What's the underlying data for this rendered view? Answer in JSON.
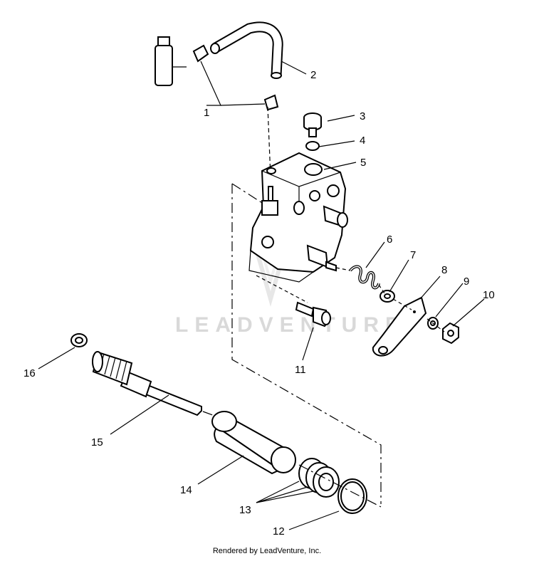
{
  "watermark": "LEADVENTURE",
  "footer": "Rendered by LeadVenture, Inc.",
  "callouts": [
    "1",
    "2",
    "3",
    "4",
    "5",
    "6",
    "7",
    "8",
    "9",
    "10",
    "11",
    "12",
    "13",
    "14",
    "15",
    "16"
  ]
}
